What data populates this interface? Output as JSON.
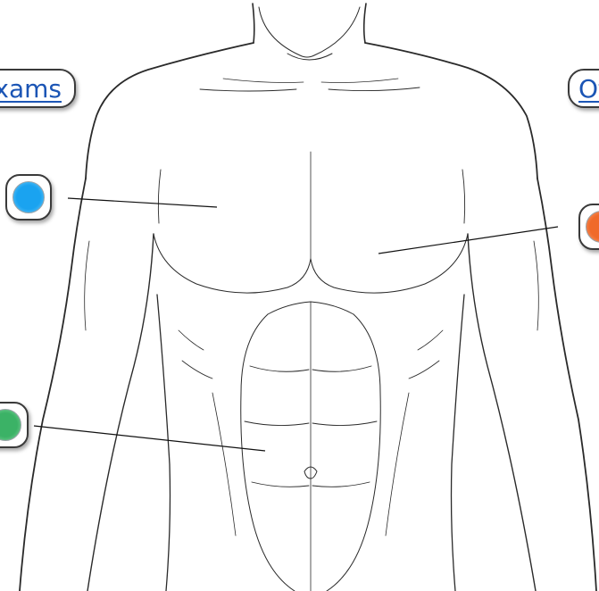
{
  "links": {
    "left_label": "Exams",
    "right_label": "Other"
  },
  "markers": [
    {
      "name": "blue",
      "color": "#1aa3f0",
      "glow": "#7dd1fb"
    },
    {
      "name": "orange",
      "color": "#f06a2a",
      "glow": "#f7a47a"
    },
    {
      "name": "green",
      "color": "#3bb266",
      "glow": "#8fd9a8"
    }
  ],
  "colors": {
    "outline": "#2a2a2a",
    "leader": "#111111",
    "link": "#1b55b5"
  }
}
